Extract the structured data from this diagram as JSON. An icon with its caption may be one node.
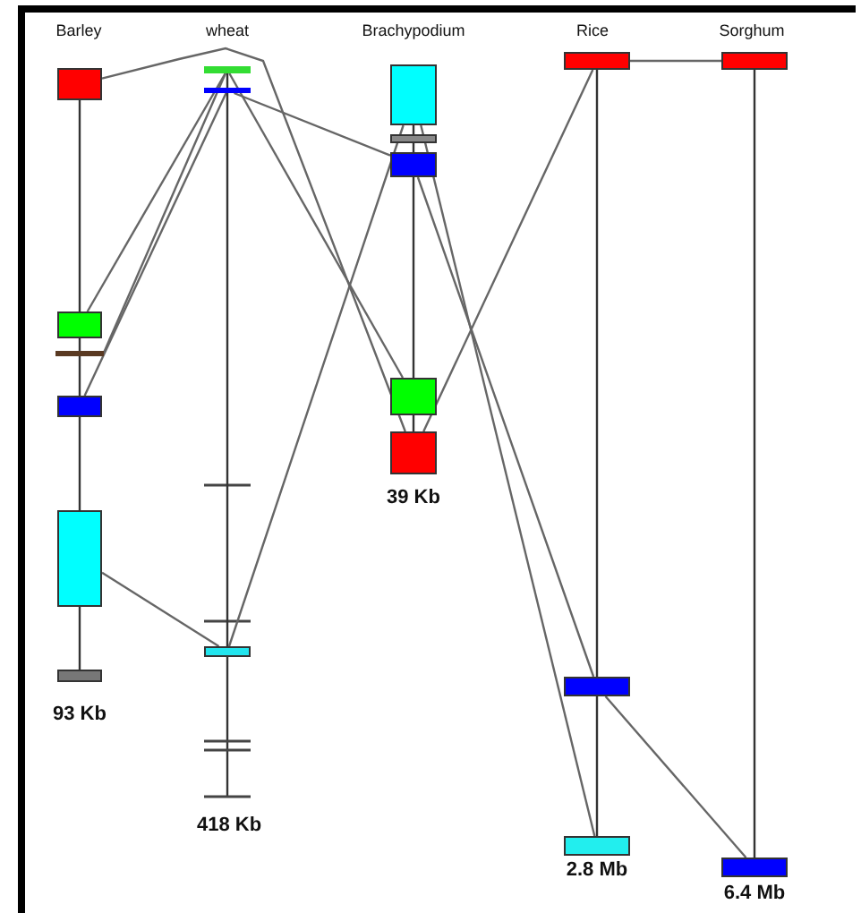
{
  "diagram": {
    "nodes": [
      {
        "text": [],
        "shape": "box"
      },
      {
        "text": [],
        "shape": "box"
      },
      {
        "text": [],
        "shape": "bar"
      },
      {
        "text": [],
        "shape": "box"
      },
      {
        "text": [],
        "shape": "box"
      },
      {
        "text": [],
        "shape": "box",
        "beside": [
          "93 Kb"
        ]
      },
      {
        "text": [],
        "shape": "bar"
      },
      {
        "text": [],
        "shape": "bar"
      },
      {
        "text": [],
        "shape": "box"
      },
      {
        "text": [],
        "shape": "box"
      },
      {
        "text": [],
        "shape": "box"
      },
      {
        "text": [],
        "shape": "box"
      },
      {
        "text": [],
        "shape": "box"
      },
      {
        "text": [],
        "shape": "box",
        "beside": [
          "39 Kb"
        ]
      },
      {
        "text": [],
        "shape": "box"
      },
      {
        "text": [],
        "shape": "box"
      },
      {
        "text": [],
        "shape": "box",
        "beside": [
          "2.8 Mb"
        ]
      },
      {
        "text": [],
        "shape": "box"
      },
      {
        "text": [],
        "shape": "box",
        "beside": [
          "6.4 Mb"
        ]
      }
    ],
    "edges": [
      {
        "from": 0,
        "to": 13,
        "arrow": "none"
      },
      {
        "from": 6,
        "to": 1,
        "arrow": "none"
      },
      {
        "from": 6,
        "to": 2,
        "arrow": "none"
      },
      {
        "from": 7,
        "to": 3,
        "arrow": "none"
      },
      {
        "from": 7,
        "to": 11,
        "arrow": "none"
      },
      {
        "from": 6,
        "to": 12,
        "arrow": "none"
      },
      {
        "from": 4,
        "to": 8,
        "arrow": "none"
      },
      {
        "from": 8,
        "to": 9,
        "arrow": "none"
      },
      {
        "from": 9,
        "to": 16,
        "arrow": "none"
      },
      {
        "from": 11,
        "to": 15,
        "arrow": "none"
      },
      {
        "from": 13,
        "to": 14,
        "arrow": "none"
      },
      {
        "from": 14,
        "to": 17,
        "arrow": "none"
      },
      {
        "from": 15,
        "to": 18,
        "arrow": "none"
      },
      {
        "from": 0,
        "to": 1,
        "arrow": "none",
        "color": "#333333"
      },
      {
        "from": 1,
        "to": 2,
        "arrow": "none",
        "color": "#333333"
      },
      {
        "from": 2,
        "to": 3,
        "arrow": "none",
        "color": "#333333"
      },
      {
        "from": 3,
        "to": 4,
        "arrow": "none",
        "color": "#333333"
      },
      {
        "from": 4,
        "to": 5,
        "arrow": "none",
        "color": "#333333"
      },
      {
        "from": 6,
        "to": 7,
        "arrow": "none",
        "color": "#333333"
      },
      {
        "from": 7,
        "to": 8,
        "arrow": "none",
        "color": "#333333"
      },
      {
        "from": 9,
        "to": 10,
        "arrow": "none",
        "color": "#333333"
      },
      {
        "from": 10,
        "to": 11,
        "arrow": "none",
        "color": "#333333"
      },
      {
        "from": 11,
        "to": 12,
        "arrow": "none",
        "color": "#333333"
      },
      {
        "from": 12,
        "to": 13,
        "arrow": "none",
        "color": "#333333"
      },
      {
        "from": 14,
        "to": 15,
        "arrow": "none",
        "color": "#333333"
      },
      {
        "from": 15,
        "to": 16,
        "arrow": "none",
        "color": "#333333"
      },
      {
        "from": 17,
        "to": 18,
        "arrow": "none",
        "color": "#333333"
      }
    ],
    "labels": [
      "Barley",
      "wheat",
      "Brachypodium",
      "Rice",
      "Sorghum",
      "418 Kb"
    ]
  }
}
